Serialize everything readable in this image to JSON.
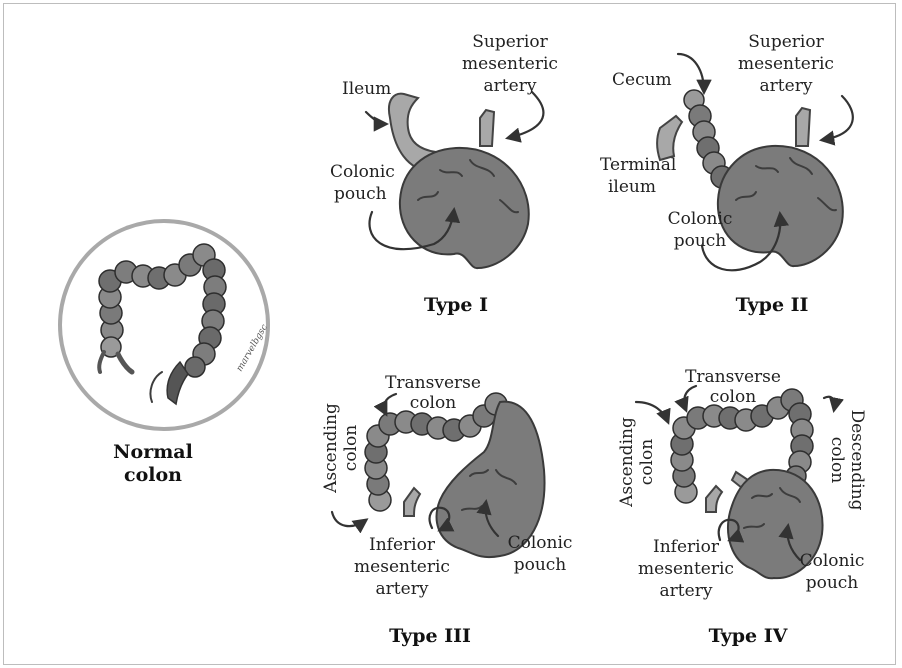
{
  "figure": {
    "normal": {
      "title_line1": "Normal",
      "title_line2": "colon",
      "signature": "marvelbgsc"
    },
    "type1": {
      "title": "Type I",
      "sma_line1": "Superior",
      "sma_line2": "mesenteric",
      "sma_line3": "artery",
      "ileum": "Ileum",
      "pouch_line1": "Colonic",
      "pouch_line2": "pouch"
    },
    "type2": {
      "title": "Type II",
      "sma_line1": "Superior",
      "sma_line2": "mesenteric",
      "sma_line3": "artery",
      "cecum": "Cecum",
      "ileum_line1": "Terminal",
      "ileum_line2": "ileum",
      "pouch_line1": "Colonic",
      "pouch_line2": "pouch"
    },
    "type3": {
      "title": "Type III",
      "transverse_line1": "Transverse",
      "transverse_line2": "colon",
      "ascending_line1": "Ascending",
      "ascending_line2": "colon",
      "ima_line1": "Inferior",
      "ima_line2": "mesenteric",
      "ima_line3": "artery",
      "pouch_line1": "Colonic",
      "pouch_line2": "pouch"
    },
    "type4": {
      "title": "Type IV",
      "transverse_line1": "Transverse",
      "transverse_line2": "colon",
      "ascending_line1": "Ascending",
      "ascending_line2": "colon",
      "descending_line1": "Descending",
      "descending_line2": "colon",
      "ima_line1": "Inferior",
      "ima_line2": "mesenteric",
      "ima_line3": "artery",
      "pouch_line1": "Colonic",
      "pouch_line2": "pouch"
    }
  }
}
